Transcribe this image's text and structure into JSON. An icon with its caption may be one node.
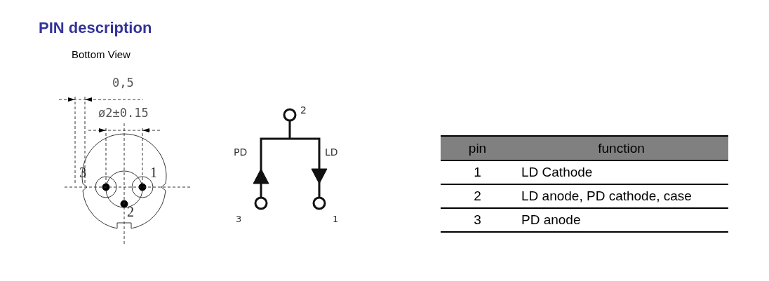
{
  "diagram": {
    "title": "PIN description",
    "labels": [
      "Bottom View",
      "0,5",
      "ø2±0.15",
      "3",
      "1",
      "2",
      "2",
      "PD",
      "LD",
      "3",
      "1",
      "pin",
      "function",
      "1",
      "LD Cathode",
      "2",
      "LD anode, PD cathode, case",
      "3",
      "PD anode"
    ]
  }
}
